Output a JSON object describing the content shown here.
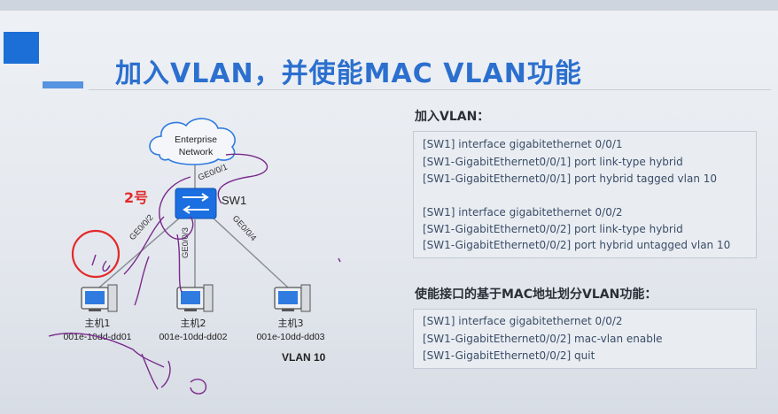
{
  "title": "加入VLAN，并使能MAC VLAN功能",
  "diagram": {
    "cloud_label_line1": "Enterprise",
    "cloud_label_line2": "Network",
    "switch_label": "SW1",
    "ports": {
      "p1": "GE0/0/1",
      "p2": "GE0/0/2",
      "p3": "GE0/0/3",
      "p4": "GE0/0/4"
    },
    "hosts": [
      {
        "name": "主机1",
        "mac": "001e-10dd-dd01"
      },
      {
        "name": "主机2",
        "mac": "001e-10dd-dd02"
      },
      {
        "name": "主机3",
        "mac": "001e-10dd-dd03"
      }
    ],
    "vlan_label": "VLAN 10",
    "annotation": "2号"
  },
  "section1": {
    "label": "加入VLAN：",
    "lines": [
      "[SW1] interface gigabitethernet 0/0/1",
      "[SW1-GigabitEthernet0/0/1] port link-type hybrid",
      "[SW1-GigabitEthernet0/0/1] port hybrid tagged vlan 10",
      "",
      "[SW1] interface gigabitethernet 0/0/2",
      "[SW1-GigabitEthernet0/0/2] port link-type hybrid",
      "[SW1-GigabitEthernet0/0/2] port hybrid untagged vlan 10"
    ]
  },
  "section2": {
    "label": "使能接口的基于MAC地址划分VLAN功能：",
    "lines": [
      "[SW1] interface gigabitethernet 0/0/2",
      "[SW1-GigabitEthernet0/0/2] mac-vlan enable",
      "[SW1-GigabitEthernet0/0/2] quit"
    ]
  },
  "colors": {
    "title": "#2b6fcf",
    "switch": "#1b6fe0",
    "annotation": "#e22a2a",
    "ink": "#7a2a8c"
  }
}
